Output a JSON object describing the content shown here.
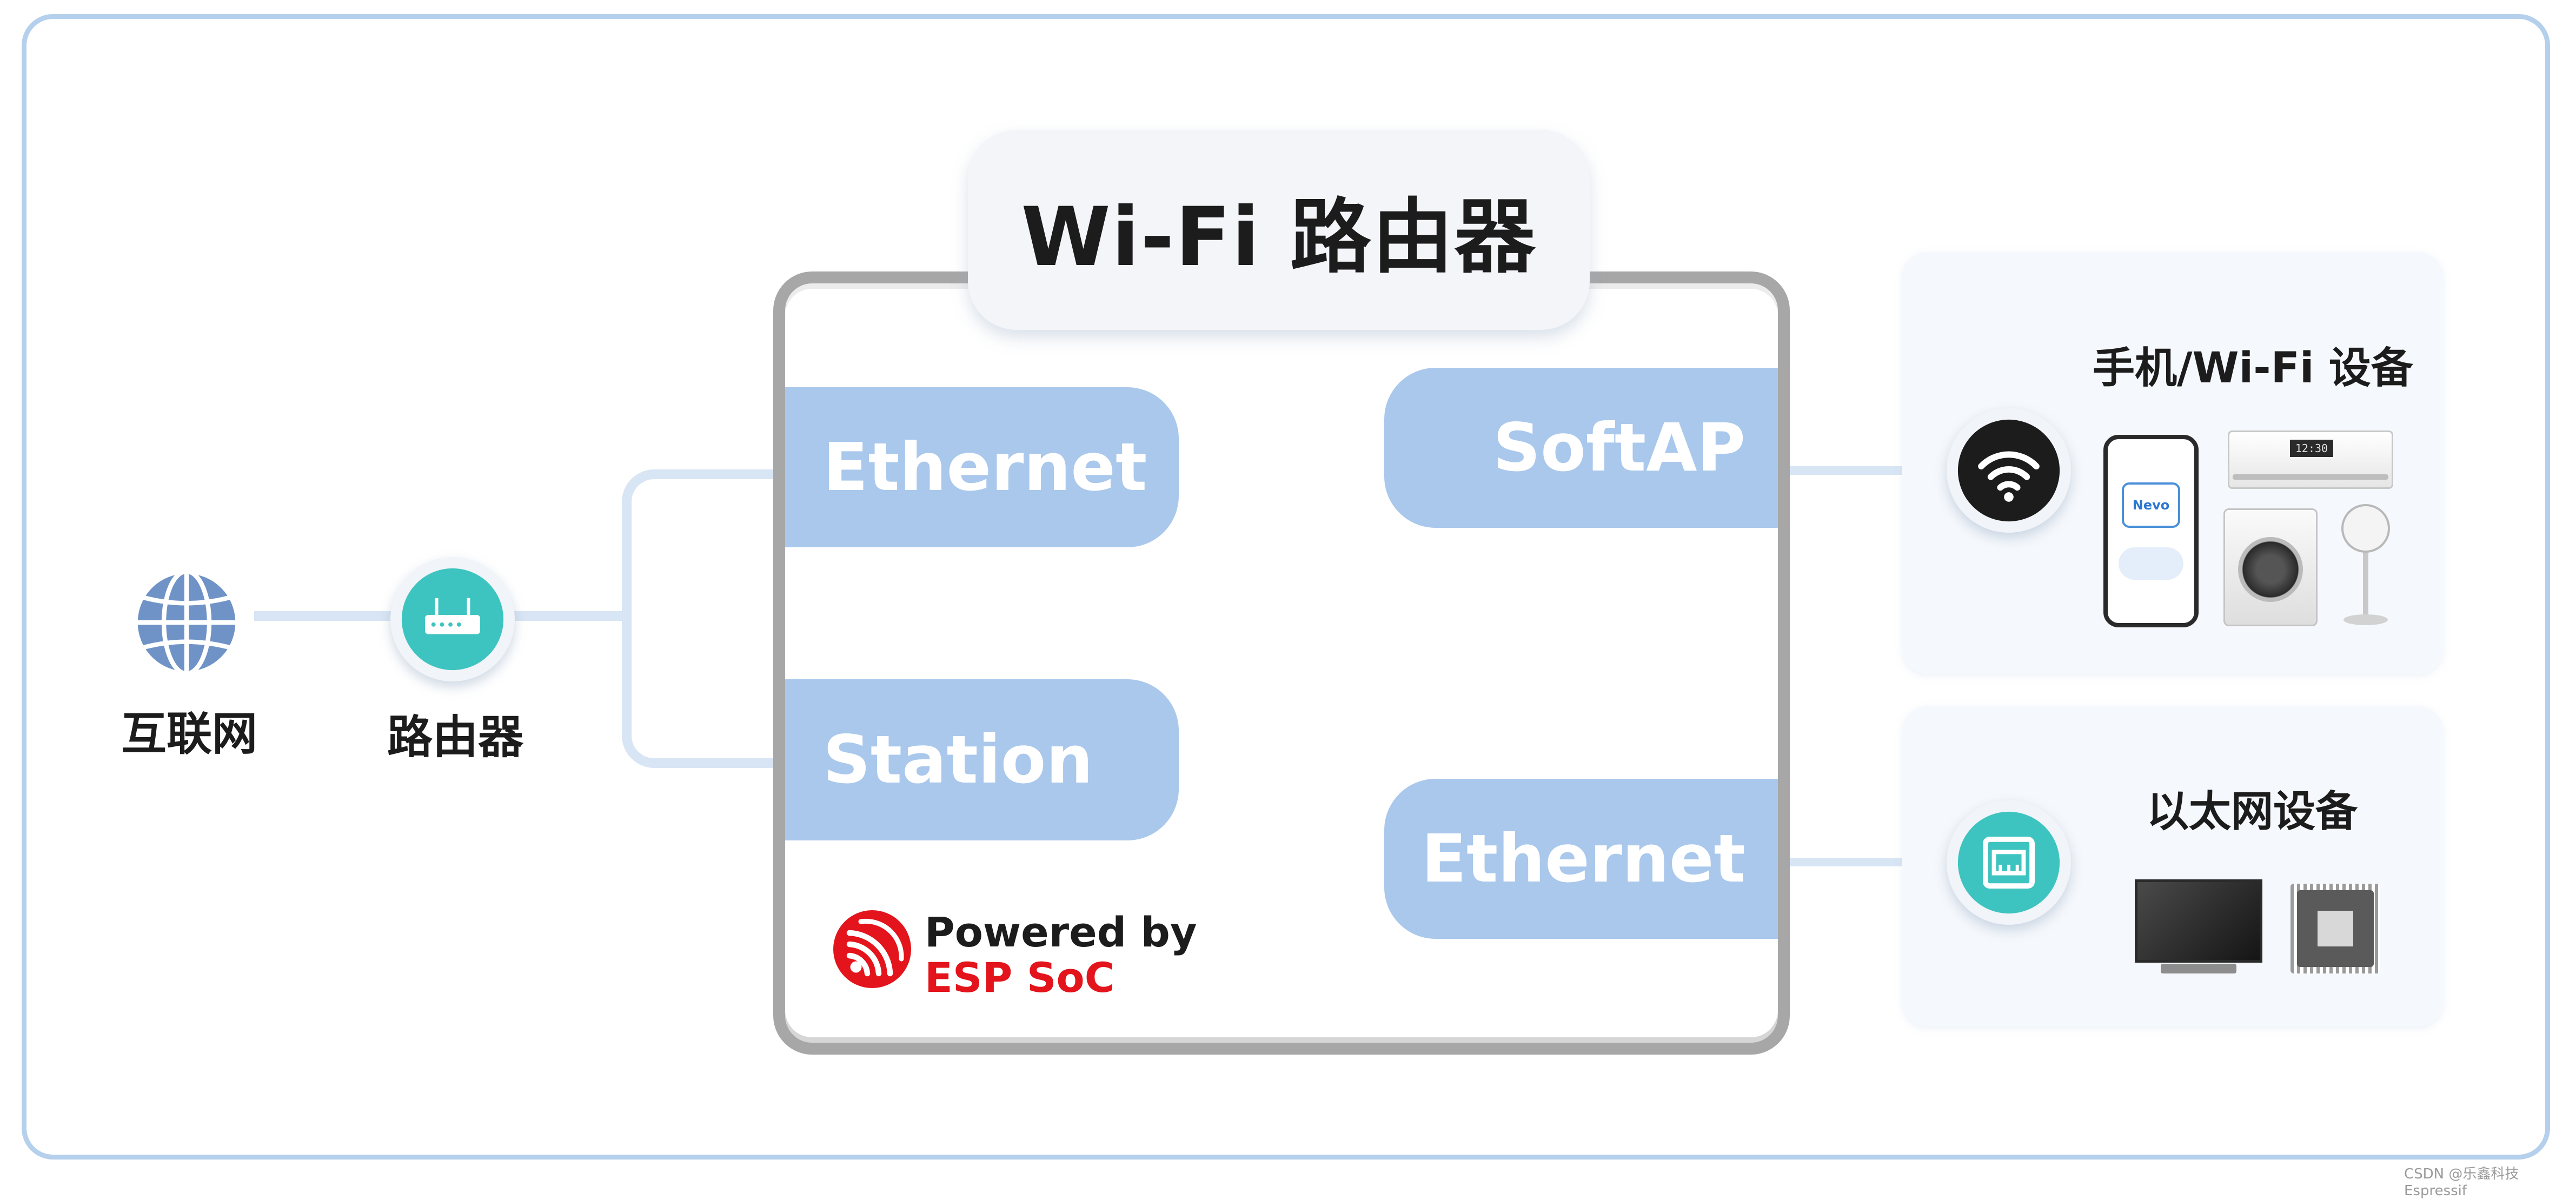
{
  "title": "Wi-Fi 路由器",
  "left_nodes": {
    "internet_label": "互联网",
    "router_label": "路由器"
  },
  "interfaces": {
    "upstream_ethernet": "Ethernet",
    "station": "Station",
    "softap": "SoftAP",
    "downstream_ethernet": "Ethernet"
  },
  "powered": {
    "line1": "Powered by",
    "line2": "ESP SoC"
  },
  "cards": {
    "wifi_devices_title": "手机/Wi-Fi 设备",
    "ethernet_devices_title": "以太网设备"
  },
  "devices": {
    "phone_brand": "Nevo",
    "ac_display": "12:30"
  },
  "watermark": "CSDN @乐鑫科技 Espressif",
  "colors": {
    "pill": "#a9c8ec",
    "teal": "#3ec4c0",
    "globe": "#6f93c6",
    "espressif_red": "#e3141c",
    "frame": "#b5d0ec"
  },
  "icons": [
    "globe-icon",
    "router-icon",
    "wifi-icon",
    "ethernet-port-icon",
    "espressif-logo"
  ]
}
